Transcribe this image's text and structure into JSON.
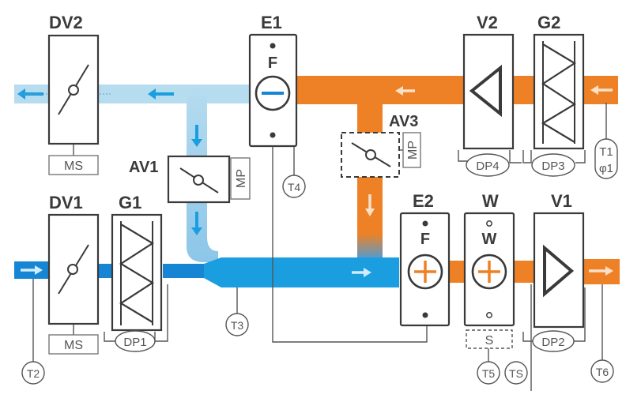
{
  "colors": {
    "warm": "#ee8126",
    "cold": "#1a9ee0",
    "exhaust_light": "#b6dcef",
    "cold_dark": "#1686d4",
    "line": "#3a3a3a"
  },
  "components": {
    "dv2": "DV2",
    "e1": "E1",
    "v2": "V2",
    "g2": "G2",
    "av1": "AV1",
    "av3": "AV3",
    "dv1": "DV1",
    "g1": "G1",
    "e2": "E2",
    "w": "W",
    "v1": "V1"
  },
  "component_letters": {
    "e1_f": "F",
    "e2_f": "F",
    "w_w": "W"
  },
  "small_labels": {
    "ms_top": "MS",
    "ms_bottom": "MS",
    "mp_av1": "MP",
    "mp_av3": "MP",
    "s_box": "S"
  },
  "sensors": {
    "t1": "T1",
    "phi1": "φ1",
    "t2": "T2",
    "t3": "T3",
    "t4": "T4",
    "t5": "T5",
    "t6": "T6",
    "ts": "TS",
    "dp1": "DP1",
    "dp2": "DP2",
    "dp3": "DP3",
    "dp4": "DP4"
  },
  "icons": [
    "damper-icon",
    "filter-icon",
    "fan-icon",
    "heater-icon",
    "cooler-icon",
    "arrow-icon"
  ]
}
